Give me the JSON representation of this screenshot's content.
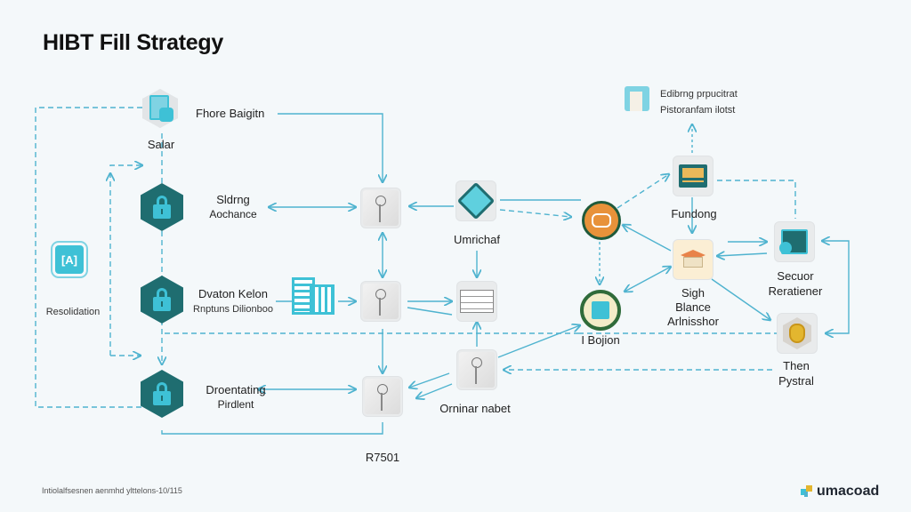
{
  "title": "HIBT Fill Strategy",
  "colors": {
    "connector": "#4fb3cf",
    "hex_dark": "#1f6d70",
    "accent_cyan": "#3ec1d6",
    "accent_orange": "#e8923a",
    "ring_green": "#2f6b3a",
    "gold": "#e3b62f"
  },
  "nodes": {
    "salar": {
      "label": "Salar",
      "icon": "document-gear-icon"
    },
    "fhore": {
      "label": "Fhore Baigitn"
    },
    "sldrng": {
      "label1": "Sldrng",
      "label2": "Aochance",
      "icon": "lock-icon"
    },
    "dvaton": {
      "label1": "Dvaton Kelon",
      "label2": "Rnptuns Dilionboo",
      "icon": "lock-icon"
    },
    "droentating": {
      "label1": "Droentating",
      "label2": "Pirdlent",
      "icon": "lock-icon"
    },
    "resolution": {
      "label": "Resolidation",
      "icon": "ai-chip-icon"
    },
    "building": {
      "icon": "building-icon"
    },
    "sketch1": {
      "icon": "sketch-figure-icon"
    },
    "sketch2": {
      "icon": "sketch-figure-icon"
    },
    "sketch3": {
      "icon": "sketch-figure-icon"
    },
    "sketch4": {
      "label": "Orninar nabet",
      "icon": "sketch-figure-icon"
    },
    "umrichaf": {
      "label": "Umrichaf",
      "icon": "gem-icon"
    },
    "document": {
      "icon": "document-icon"
    },
    "orange_circle": {
      "icon": "orange-circle-icon"
    },
    "ibojion": {
      "label": "I Bojion",
      "icon": "blue-card-icon"
    },
    "editing": {
      "label1": "Edibrng prpucitrat",
      "label2": "Pistoranfam ilotst",
      "icon": "folder-icon"
    },
    "fundong": {
      "label": "Fundong",
      "icon": "monitor-icon"
    },
    "sigh": {
      "label1": "Sigh",
      "label2": "Blance",
      "label3": "Arlnisshor",
      "icon": "box-icon"
    },
    "secuor": {
      "label1": "Secuor",
      "label2": "Reratiener",
      "icon": "screen-user-icon"
    },
    "then": {
      "label1": "Then",
      "label2": "Pystral",
      "icon": "gold-shield-icon"
    },
    "r7501": {
      "label": "R7501"
    }
  },
  "footer": {
    "note": "Intiolalfsesnen aenmhd ylttelons-10/115",
    "brand": "umacoad"
  }
}
